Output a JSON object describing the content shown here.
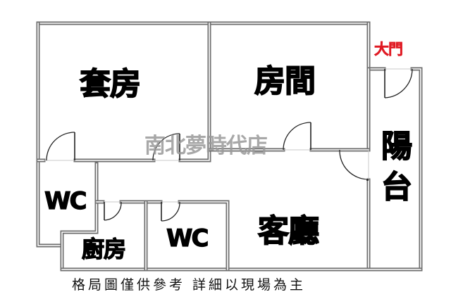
{
  "floor_plan": {
    "rooms": [
      {
        "id": "suite",
        "label": "套房"
      },
      {
        "id": "bedroom",
        "label": "房間"
      },
      {
        "id": "balcony",
        "label": "陽台"
      },
      {
        "id": "wc_left",
        "label": "WC"
      },
      {
        "id": "kitchen",
        "label": "廚房"
      },
      {
        "id": "wc_middle",
        "label": "WC"
      },
      {
        "id": "living_room",
        "label": "客廳"
      }
    ],
    "entrance": {
      "label": "大門",
      "color": "#e01b24"
    },
    "watermark": "南北夢時代店",
    "disclaimer": "格局圖僅供參考 詳細以現場為主",
    "colors": {
      "wall": "#7a7a7a",
      "wall_inner": "#ffffff",
      "door_arc": "#222222",
      "background": "#ffffff"
    }
  }
}
